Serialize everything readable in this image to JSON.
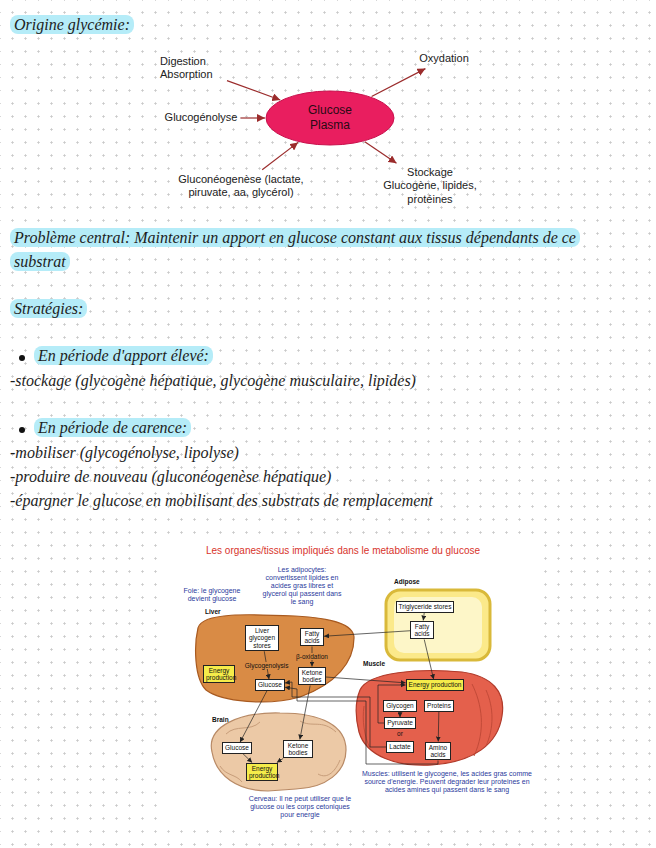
{
  "diagram": {
    "nodes": [
      {
        "text": [
          "Digestion Absorption"
        ]
      },
      {
        "text": [
          "Oxydation"
        ]
      },
      {
        "text": [
          "Glucogénolyse"
        ]
      },
      {
        "text": [
          "Glucose Plasma"
        ]
      },
      {
        "text": [
          "Gluconéogenèse (lactate, piruvate, aa, glycérol)"
        ]
      },
      {
        "text": [
          "Stockage Glucogène, lipides, protéines"
        ]
      },
      {
        "text": [
          "Triglyceride stores"
        ]
      },
      {
        "text": [
          "Liver glycogen stores"
        ]
      },
      {
        "text": [
          "Fatty acids"
        ]
      },
      {
        "text": [
          "Fatty acids"
        ]
      },
      {
        "text": [
          "Energy production"
        ]
      },
      {
        "text": [
          "Ketone bodies"
        ]
      },
      {
        "text": [
          "Glucose"
        ]
      },
      {
        "text": [
          "Energy production"
        ]
      },
      {
        "text": [
          "Glycogen"
        ]
      },
      {
        "text": [
          "Proteins"
        ]
      },
      {
        "text": [
          "Pyruvate"
        ]
      },
      {
        "text": [
          "Glucose"
        ]
      },
      {
        "text": [
          "Ketone bodies"
        ]
      },
      {
        "text": [
          "Lactate"
        ]
      },
      {
        "text": [
          "Amino acids"
        ]
      },
      {
        "text": [
          "Energy production"
        ]
      }
    ],
    "edges": [
      {
        "from": 0,
        "to": 3,
        "arrow": "to"
      },
      {
        "from": 3,
        "to": 1,
        "arrow": "to"
      },
      {
        "from": 2,
        "to": 3,
        "arrow": "to"
      },
      {
        "from": 4,
        "to": 3,
        "arrow": "to"
      },
      {
        "from": 3,
        "to": 5,
        "arrow": "to"
      },
      {
        "from": 7,
        "to": 12,
        "label": "Glycogenolysis",
        "arrow": "to"
      },
      {
        "from": 8,
        "to": 11,
        "label": "β-oxidation",
        "arrow": "to"
      },
      {
        "from": 6,
        "to": 9,
        "arrow": "to"
      },
      {
        "from": 9,
        "to": 8,
        "arrow": "to"
      },
      {
        "from": 9,
        "to": 13,
        "arrow": "to"
      },
      {
        "from": 11,
        "to": 18,
        "arrow": "to"
      },
      {
        "from": 12,
        "to": 17,
        "arrow": "to"
      },
      {
        "from": 17,
        "to": 21,
        "arrow": "to"
      },
      {
        "from": 18,
        "to": 21,
        "arrow": "to"
      },
      {
        "from": 11,
        "to": 13,
        "arrow": "to"
      },
      {
        "from": 14,
        "to": 16,
        "arrow": "to"
      },
      {
        "from": 16,
        "to": 13,
        "arrow": "to"
      },
      {
        "from": 15,
        "to": 20,
        "arrow": "to"
      },
      {
        "from": 19,
        "to": 12,
        "arrow": "to"
      },
      {
        "from": 20,
        "to": 12,
        "arrow": "to"
      }
    ],
    "labels": [
      "Origine glycémie:",
      "Problème central: Maintenir un apport en glucose constant aux tissus dépendants de ce substrat",
      "Stratégies:",
      "En période d'apport élevé:",
      "-stockage (glycogène hépatique, glycogène musculaire, lipides)",
      "En période de carence:",
      "-mobiliser (glycogénolyse, lipolyse)",
      "-produire de nouveau (gluconéogenèse hépatique)",
      "-épargner le glucose en mobilisant des substrats de remplacement",
      "Les organes/tissus impliqués dans le metabolisme du glucose",
      "Foie: le glycogene devient glucose",
      "Les adipocytes: convertissent lipides en acides gras libres et glycerol qui passent dans le sang",
      "Adipose",
      "Liver",
      "Muscle",
      "or",
      "Brain",
      "Cerveau: Il ne peut utiliser que le glucose ou les corps cetoniques pour energie",
      "Muscles: utilisent le glycogene, les acides gras comme source d'energie. Peuvent degrader leur proteines en acides amines qui passent dans le sang"
    ]
  }
}
